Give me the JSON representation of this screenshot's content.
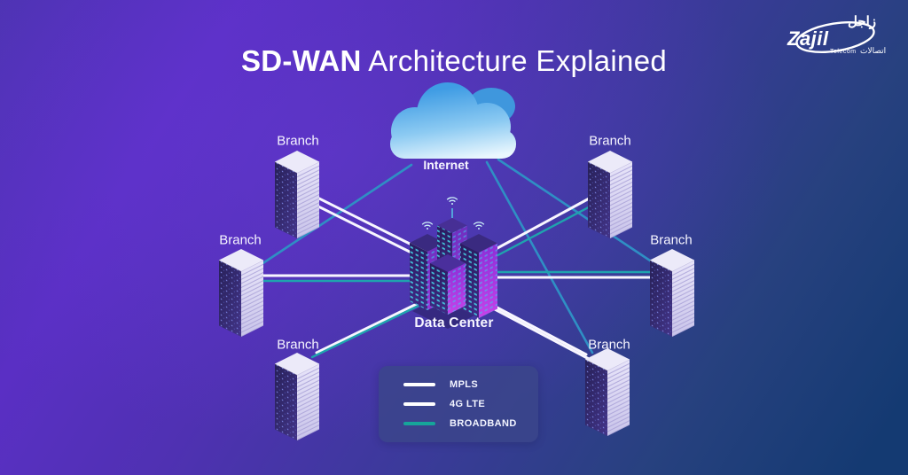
{
  "page": {
    "title_bold": "SD-WAN",
    "title_rest": " Architecture Explained"
  },
  "logo": {
    "brand_script": "Zajil",
    "brand_arabic": "زاجل",
    "telecom": "Telecom",
    "telecom_arabic": "اتصالات"
  },
  "diagram": {
    "internet_label": "Internet",
    "datacenter_label": "Data Center",
    "branches": [
      {
        "id": "top-left",
        "label": "Branch"
      },
      {
        "id": "top-right",
        "label": "Branch"
      },
      {
        "id": "mid-left",
        "label": "Branch"
      },
      {
        "id": "mid-right",
        "label": "Branch"
      },
      {
        "id": "bottom-left",
        "label": "Branch"
      },
      {
        "id": "bottom-right",
        "label": "Branch"
      }
    ],
    "icons": {
      "internet": "cloud-icon",
      "datacenter": "isometric-buildings-icon",
      "branch": "server-rack-icon",
      "wireless": "wifi-icon"
    }
  },
  "legend": {
    "items": [
      {
        "label": "MPLS",
        "color": "#ffffff"
      },
      {
        "label": "4G LTE",
        "color": "#ffffff"
      },
      {
        "label": "BROADBAND",
        "color": "#16a59a"
      }
    ]
  },
  "colors": {
    "background_top_left": "#5a2fc4",
    "background_bottom_right": "#143a72",
    "mpls_line": "#f8f6ff",
    "lte_line": "#f8f6ff",
    "broadband_line": "#1fa3ae",
    "cloud_link_line": "#2f8fc4",
    "cloud_top": "#3f9ce4",
    "cloud_bottom": "#eaf7fe",
    "legend_box": "#3a468a"
  }
}
